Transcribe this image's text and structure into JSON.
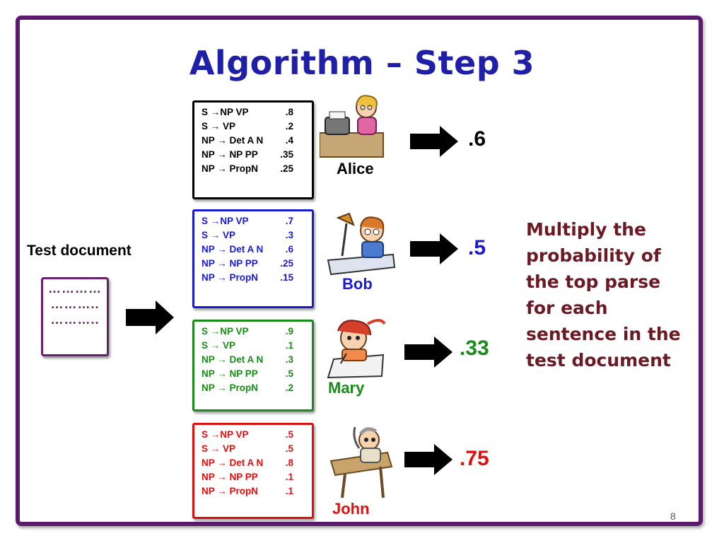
{
  "title": "Algorithm – Step 3",
  "test_document": {
    "label": "Test document",
    "lines": [
      "…………",
      "………..",
      "……….."
    ]
  },
  "grammars": [
    {
      "person": "Alice",
      "color": "#000000",
      "score": ".6",
      "score_color": "#000000",
      "rules": [
        {
          "lhs": "S →NP VP",
          "prob": ".8"
        },
        {
          "lhs": "S → VP",
          "prob": ".2"
        },
        {
          "lhs": "NP → Det A N",
          "prob": ".4"
        },
        {
          "lhs": "NP → NP PP",
          "prob": ".35"
        },
        {
          "lhs": "NP → PropN",
          "prob": ".25"
        }
      ]
    },
    {
      "person": "Bob",
      "color": "#1a1ad0",
      "score": ".5",
      "score_color": "#1a1ad0",
      "rules": [
        {
          "lhs": "S →NP VP",
          "prob": ".7"
        },
        {
          "lhs": "S → VP",
          "prob": ".3"
        },
        {
          "lhs": "NP → Det A N",
          "prob": ".6"
        },
        {
          "lhs": "NP → NP PP",
          "prob": ".25"
        },
        {
          "lhs": "NP → PropN",
          "prob": ".15"
        }
      ]
    },
    {
      "person": "Mary",
      "color": "#1a8a1a",
      "score": ".33",
      "score_color": "#1a8a1a",
      "rules": [
        {
          "lhs": "S →NP VP",
          "prob": ".9"
        },
        {
          "lhs": "S → VP",
          "prob": ".1"
        },
        {
          "lhs": "NP → Det A N",
          "prob": ".3"
        },
        {
          "lhs": "NP → NP PP",
          "prob": ".5"
        },
        {
          "lhs": "NP → PropN",
          "prob": ".2"
        }
      ]
    },
    {
      "person": "John",
      "color": "#e01010",
      "score": ".75",
      "score_color": "#e01010",
      "rules": [
        {
          "lhs": "S →NP VP",
          "prob": ".5"
        },
        {
          "lhs": "S → VP",
          "prob": ".5"
        },
        {
          "lhs": "NP → Det A N",
          "prob": ".8"
        },
        {
          "lhs": "NP → NP PP",
          "prob": ".1"
        },
        {
          "lhs": "NP → PropN",
          "prob": ".1"
        }
      ]
    }
  ],
  "note": "Multiply the probability of the top parse for each sentence in the test document",
  "page_number": "8",
  "colors": {
    "frame": "#5c1a6e",
    "title": "#1f1fa8",
    "note": "#6b1a24"
  }
}
